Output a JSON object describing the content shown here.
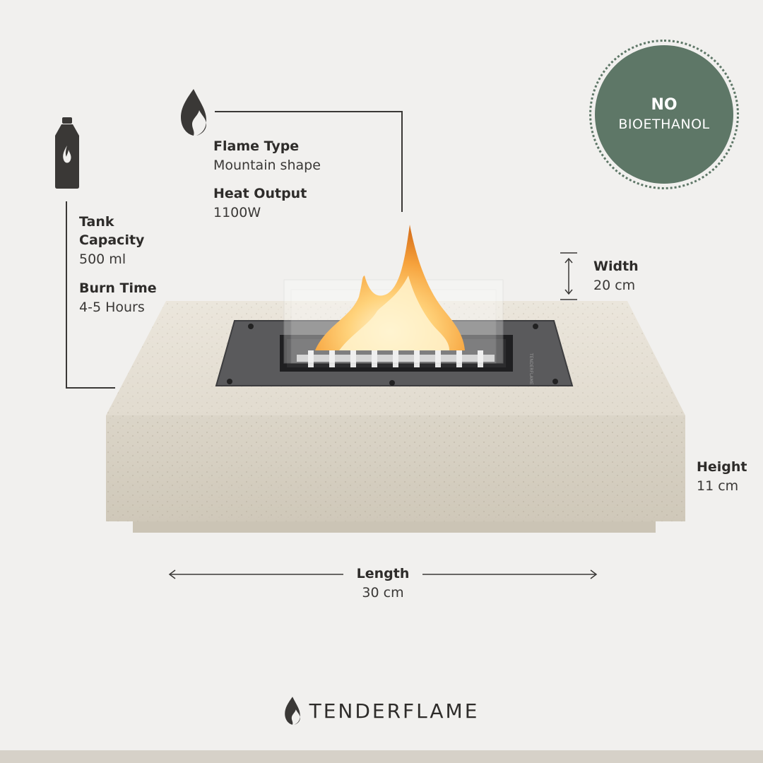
{
  "badge": {
    "line1": "NO",
    "line2": "BIOETHANOL"
  },
  "flame_type": {
    "label": "Flame Type",
    "value": "Mountain shape"
  },
  "heat_output": {
    "label": "Heat Output",
    "value": "1100W"
  },
  "tank_capacity": {
    "label_line1": "Tank",
    "label_line2": "Capacity",
    "value": "500 ml"
  },
  "burn_time": {
    "label": "Burn Time",
    "value": "4-5 Hours"
  },
  "width": {
    "label": "Width",
    "value": "20 cm"
  },
  "height": {
    "label": "Height",
    "value": "11 cm"
  },
  "length": {
    "label": "Length",
    "value": "30 cm"
  },
  "brand": {
    "name": "TENDERFLAME"
  },
  "colors": {
    "badge": "#5e7767",
    "background": "#f1f0ee",
    "concrete": "#ddd8cc",
    "text": "#2e2c2a"
  },
  "icons": [
    "flame-icon",
    "fuel-bottle-icon",
    "brand-flame-icon"
  ]
}
